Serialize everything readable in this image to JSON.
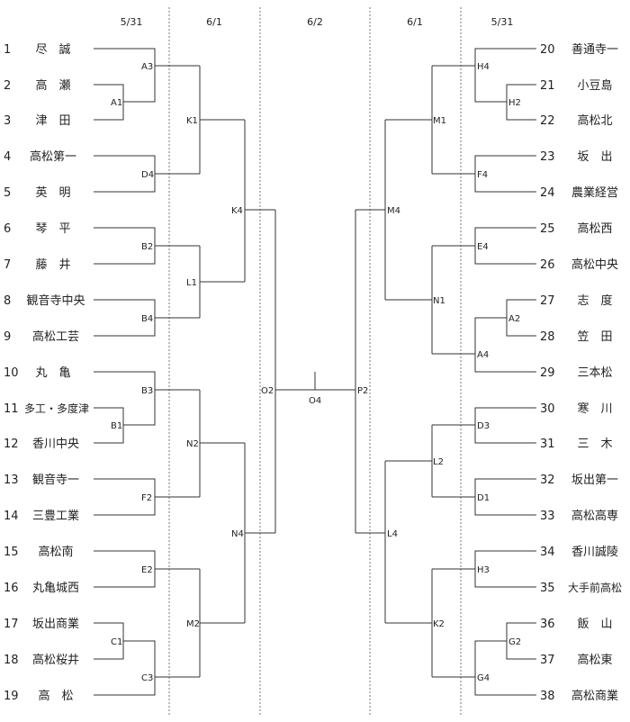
{
  "dates": [
    "5/31",
    "6/1",
    "6/2",
    "6/1",
    "5/31"
  ],
  "left_teams": [
    {
      "no": "1",
      "name": "尽　誠"
    },
    {
      "no": "2",
      "name": "高　瀬"
    },
    {
      "no": "3",
      "name": "津　田"
    },
    {
      "no": "4",
      "name": "高松第一"
    },
    {
      "no": "5",
      "name": "英　明"
    },
    {
      "no": "6",
      "name": "琴　平"
    },
    {
      "no": "7",
      "name": "藤　井"
    },
    {
      "no": "8",
      "name": "観音寺中央"
    },
    {
      "no": "9",
      "name": "高松工芸"
    },
    {
      "no": "10",
      "name": "丸　亀"
    },
    {
      "no": "11",
      "name": "多工・多度津"
    },
    {
      "no": "12",
      "name": "香川中央"
    },
    {
      "no": "13",
      "name": "観音寺一"
    },
    {
      "no": "14",
      "name": "三豊工業"
    },
    {
      "no": "15",
      "name": "高松南"
    },
    {
      "no": "16",
      "name": "丸亀城西"
    },
    {
      "no": "17",
      "name": "坂出商業"
    },
    {
      "no": "18",
      "name": "高松桜井"
    },
    {
      "no": "19",
      "name": "高　松"
    }
  ],
  "right_teams": [
    {
      "no": "20",
      "name": "善通寺一"
    },
    {
      "no": "21",
      "name": "小豆島"
    },
    {
      "no": "22",
      "name": "高松北"
    },
    {
      "no": "23",
      "name": "坂　出"
    },
    {
      "no": "24",
      "name": "農業経営"
    },
    {
      "no": "25",
      "name": "高松西"
    },
    {
      "no": "26",
      "name": "高松中央"
    },
    {
      "no": "27",
      "name": "志　度"
    },
    {
      "no": "28",
      "name": "笠　田"
    },
    {
      "no": "29",
      "name": "三本松"
    },
    {
      "no": "30",
      "name": "寒　川"
    },
    {
      "no": "31",
      "name": "三　木"
    },
    {
      "no": "32",
      "name": "坂出第一"
    },
    {
      "no": "33",
      "name": "高松高専"
    },
    {
      "no": "34",
      "name": "香川誠陵"
    },
    {
      "no": "35",
      "name": "大手前高松"
    },
    {
      "no": "36",
      "name": "飯　山"
    },
    {
      "no": "37",
      "name": "高松東"
    },
    {
      "no": "38",
      "name": "高松商業"
    }
  ],
  "game_codes": {
    "A3": "A3",
    "A1": "A1",
    "D4": "D4",
    "K1": "K1",
    "B2": "B2",
    "B4": "B4",
    "L1": "L1",
    "K4": "K4",
    "B3": "B3",
    "B1": "B1",
    "F2": "F2",
    "N2": "N2",
    "E2": "E2",
    "C1": "C1",
    "C3": "C3",
    "M2": "M2",
    "N4": "N4",
    "O2": "O2",
    "O4": "O4",
    "P2": "P2",
    "H4": "H4",
    "H2": "H2",
    "F4": "F4",
    "M1": "M1",
    "E4": "E4",
    "A2": "A2",
    "A4": "A4",
    "N1": "N1",
    "M4": "M4",
    "D3": "D3",
    "D1": "D1",
    "L2": "L2",
    "H3": "H3",
    "G2": "G2",
    "G4": "G4",
    "K2": "K2",
    "L4": "L4"
  }
}
